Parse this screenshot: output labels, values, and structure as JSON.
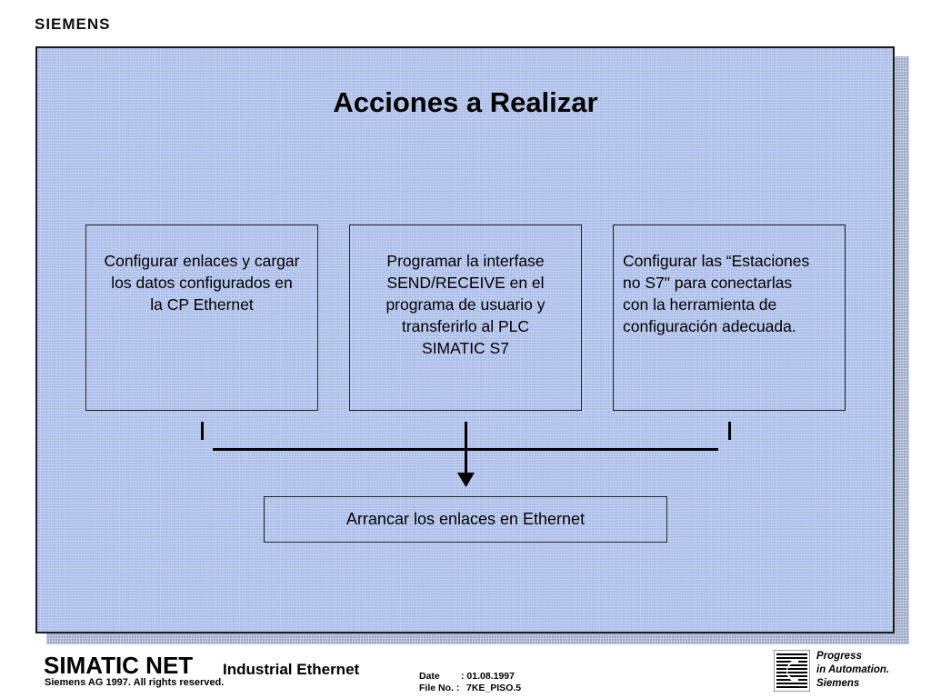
{
  "header": {
    "brand": "SIEMENS"
  },
  "slide": {
    "title": "Acciones a Realizar",
    "boxes": [
      {
        "lines": [
          "Configurar enlaces y cargar",
          "los datos configurados en",
          "la CP Ethernet"
        ]
      },
      {
        "lines": [
          "Programar la interfase",
          "SEND/RECEIVE en el",
          "programa de usuario y",
          "transferirlo al PLC",
          "SIMATIC S7"
        ]
      },
      {
        "lines": [
          "Configurar las “Estaciones",
          "no S7\" para conectarlas",
          "con la herramienta de",
          "configuración adecuada."
        ]
      }
    ],
    "result": "Arrancar los enlaces en Ethernet"
  },
  "footer": {
    "product": "SIMATIC NET",
    "subtitle": "Industrial Ethernet",
    "copyright": "Siemens AG 1997. All rights reserved.",
    "date_label": "Date",
    "date_value": ":  01.08.1997",
    "file_label": "File No. :",
    "file_value": "7KE_PISO.5",
    "tagline": [
      "Progress",
      "in Automation.",
      "Siemens"
    ],
    "logo_icon": "siemens-progress-logo-icon"
  }
}
